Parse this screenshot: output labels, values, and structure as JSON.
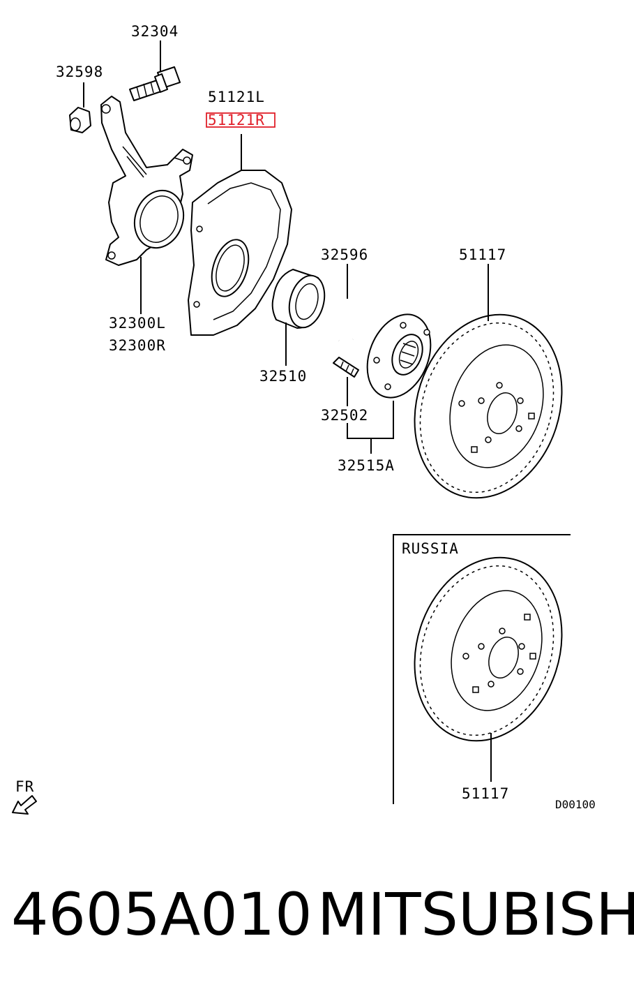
{
  "labels": {
    "p32304": "32304",
    "p32598": "32598",
    "p51121L": "51121L",
    "p51121R": "51121R",
    "p32300L": "32300L",
    "p32300R": "32300R",
    "p32596": "32596",
    "p51117_top": "51117",
    "p32510": "32510",
    "p32502": "32502",
    "p32515A": "32515A",
    "inset_title": "RUSSIA",
    "p51117_inset": "51117",
    "diagram_code": "D00100",
    "direction": "FR"
  },
  "highlight": {
    "part": "51121R",
    "color": "#e0202a"
  },
  "footer": {
    "part_number": "4605A010",
    "brand": "MITSUBISHI"
  }
}
